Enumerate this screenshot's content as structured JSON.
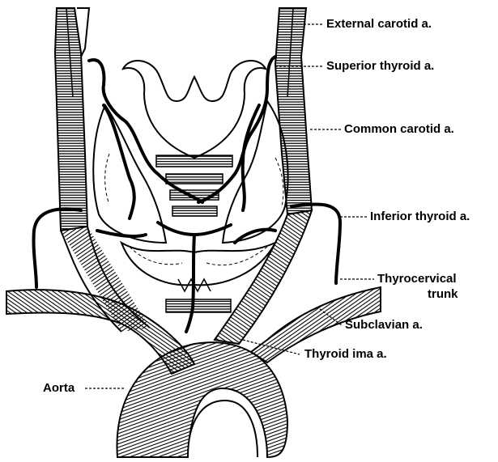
{
  "labels": {
    "external_carotid": "External carotid a.",
    "superior_thyroid": "Superior thyroid a.",
    "common_carotid": "Common carotid a.",
    "inferior_thyroid": "Inferior thyroid a.",
    "thyrocervical_line1": "Thyrocervical",
    "thyrocervical_line2": "trunk",
    "subclavian": "Subclavian a.",
    "thyroid_ima": "Thyroid ima a.",
    "aorta": "Aorta"
  },
  "colors": {
    "ink": "#000000",
    "paper": "#ffffff"
  }
}
